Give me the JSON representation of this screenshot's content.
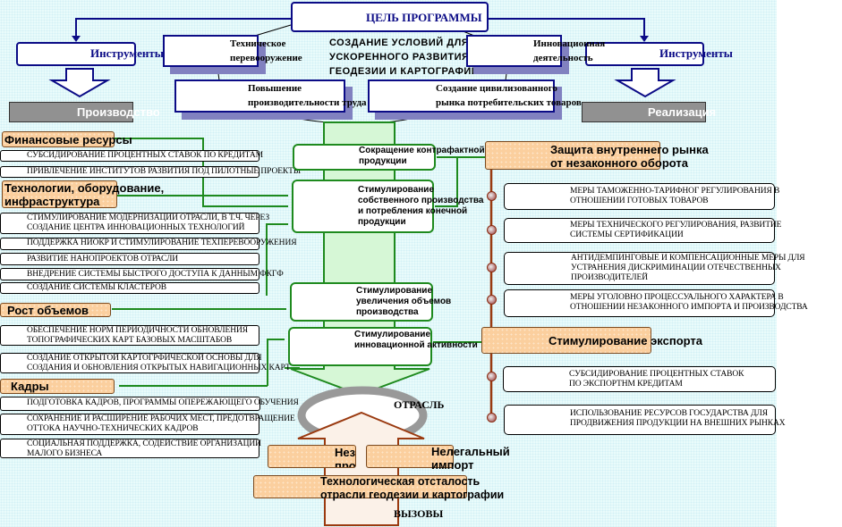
{
  "goal": {
    "title": "ЦЕЛЬ ПРОГРАММЫ",
    "subtitle_lines": [
      "СОЗДАНИЕ УСЛОВИЙ ДЛЯ",
      "УСКОРЕННОГО РАЗВИТИЯ",
      "ГЕОДЕЗИИ И КАРТОГРАФИИ"
    ]
  },
  "instruments": {
    "left": "Инструменты",
    "right": "Инструменты"
  },
  "directions": {
    "tech": [
      "Техническое",
      "перевооружение"
    ],
    "innov": [
      "Инновационная",
      "деятельность"
    ],
    "productivity": [
      "Повышение",
      "производительности труда"
    ],
    "market": [
      "Создание цивилизованного",
      "рынка потребительских товаров"
    ]
  },
  "bars": {
    "production": "Производство",
    "realization": "Реализация"
  },
  "left_groups": [
    {
      "label": [
        "Финансовые ресурсы"
      ],
      "items": [
        [
          "СУБСИДИРОВАНИЕ ПРОЦЕНТНЫХ СТАВОК ПО КРЕДИТАМ"
        ],
        [
          "ПРИВЛЕЧЕНИЕ ИНСТИТУТОВ РАЗВИТИЯ ПОД ПИЛОТНЫЕ ПРОЕКТЫ"
        ]
      ]
    },
    {
      "label": [
        "Технологии, оборудование,",
        "инфраструктура"
      ],
      "items": [
        [
          "СТИМУЛИРОВАНИЕ МОДЕРНИЗАЦИИ ОТРАСЛИ, В Т.Ч. ЧЕРЕЗ",
          "СОЗДАНИЕ ЦЕНТРА ИННОВАЦИОННЫХ ТЕХНОЛОГИЙ"
        ],
        [
          "ПОДДЕРЖКА НИОКР И СТИМУЛИРОВАНИЕ ТЕХПЕРЕВООРУЖЕНИЯ"
        ],
        [
          "РАЗВИТИЕ НАНОПРОЕКТОВ ОТРАСЛИ"
        ],
        [
          "ВНЕДРЕНИЕ СИСТЕМЫ БЫСТРОГО ДОСТУПА К ДАННЫМ ФКГФ"
        ],
        [
          "СОЗДАНИЕ СИСТЕМЫ КЛАСТЕРОВ"
        ]
      ]
    },
    {
      "label": [
        "Рост объемов"
      ],
      "items": [
        [
          "ОБЕСПЕЧЕНИЕ НОРМ ПЕРИОДИЧНОСТИ ОБНОВЛЕНИЯ",
          "ТОПОГРАФИЧЕСКИХ КАРТ БАЗОВЫХ МАСШТАБОВ"
        ],
        [
          "СОЗДАНИЕ ОТКРЫТОЙ КАРТОГРФИЧЕСКОЙ ОСНОВЫ ДЛЯ",
          "СОЗДАНИЯ И ОБНОВЛЕНИЯ ОТКРЫТЫХ НАВИГАЦИОННЫХ КАРТ"
        ]
      ]
    },
    {
      "label": [
        "Кадры"
      ],
      "items": [
        [
          "ПОДГОТОВКА КАДРОВ, ПРОГРАММЫ ОПЕРЕЖАЮЩЕГО ОБУЧЕНИЯ"
        ],
        [
          "СОХРАНЕНИЕ И РАСШИРЕНИЕ РАБОЧИХ МЕСТ, ПРЕДОТВРАЩЕНИЕ",
          "ОТТОКА НАУЧНО-ТЕХНИЧЕСКИХ КАДРОВ"
        ],
        [
          "СОЦИАЛЬНАЯ ПОДДЕРЖКА, СОДЕЙСТВИЕ ОРГАНИЗАЦИИ",
          " МАЛОГО БИЗНЕСА"
        ]
      ]
    }
  ],
  "center_boxes": [
    [
      "Сокращение контрафактной",
      "продукции"
    ],
    [
      "Стимулирование",
      "собственного производства",
      "и потребления конечной",
      "продукции"
    ],
    [
      "Стимулирование",
      "увеличения  объемов",
      "производства"
    ],
    [
      "Стимулирование",
      "инновационной активности"
    ]
  ],
  "right_groups": [
    {
      "label": [
        "Защита внутреннего рынка",
        "от незаконного оборота"
      ],
      "items": [
        [
          "МЕРЫ ТАМОЖЕННО-ТАРИФНОГ РЕГУЛИРОВАНИЯ В",
          "ОТНОШЕНИИ ГОТОВЫХ ТОВАРОВ"
        ],
        [
          "МЕРЫ ТЕХНИЧЕСКОГО РЕГУЛИРОВАНИЯ, РАЗВИТИЕ",
          "СИСТЕМЫ СЕРТИФИКАЦИИ"
        ],
        [
          "АНТИДЕМПИНГОВЫЕ И КОМПЕНСАЦИОННЫЕ МЕРЫ ДЛЯ",
          "УСТРАНЕНИЯ ДИСКРИМИНАЦИИ ОТЕЧЕСТВЕННЫХ",
          "ПРОИЗВОДИТЕЛЕЙ"
        ],
        [
          "МЕРЫ  УГОЛОВНО ПРОЦЕССУАЛЬНОГО ХАРАКТЕРА В",
          "ОТНОШЕНИИ НЕЗАКОННОГО ИМПОРТА И ПРОИЗВОДСТВА"
        ]
      ]
    },
    {
      "label": [
        "Стимулирование экспорта"
      ],
      "items": [
        [
          "СУБСИДИРОВАНИЕ  ПРОЦЕНТНЫХ СТАВОК",
          "ПО  ЭКСПОРТНМ КРЕДИТАМ"
        ],
        [
          "ИСПОЛЬЗОВАНИЕ РЕСУРСОВ ГОСУДАРСТВА ДЛЯ",
          "ПРОДВИЖЕНИЯ ПРОДУКЦИИ НА ВНЕШНИХ РЫНКАХ"
        ]
      ]
    }
  ],
  "industry": "ОТРАСЛЬ",
  "challenges": {
    "items": [
      [
        "Незаконное",
        "производство"
      ],
      [
        "Нелегальный",
        "импорт"
      ],
      [
        "Технологическая отсталость",
        "отрасли геодезии и картографии"
      ]
    ],
    "title": "ВЫЗОВЫ"
  },
  "colors": {
    "navy": "#0b0b86",
    "green": "#1e8a1e",
    "orange": "#fbcf9e",
    "brown": "#9a3a10",
    "gray_bar": "#777777"
  }
}
